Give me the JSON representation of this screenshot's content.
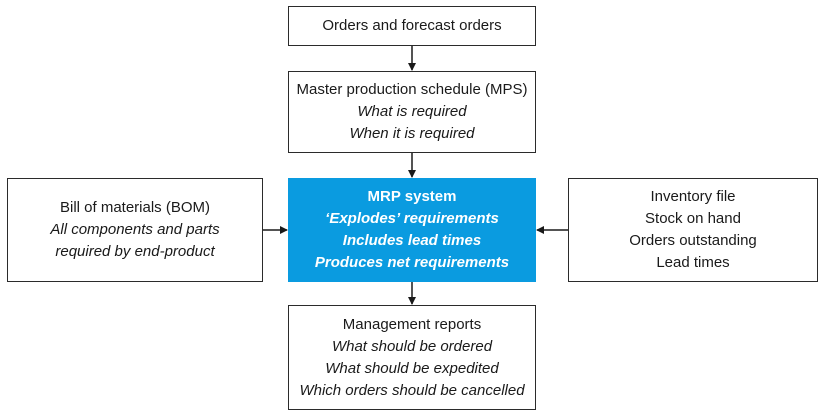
{
  "orders": {
    "title": "Orders and forecast orders"
  },
  "mps": {
    "title": "Master production schedule (MPS)",
    "lines": [
      "What is required",
      "When it is required"
    ]
  },
  "mrp": {
    "title": "MRP system",
    "lines": [
      "‘Explodes’ requirements",
      "Includes lead times",
      "Produces net requirements"
    ]
  },
  "bom": {
    "title": "Bill of materials (BOM)",
    "lines": [
      "All components and parts",
      "required by end-product"
    ]
  },
  "inventory": {
    "title": "Inventory file",
    "lines": [
      "Stock on hand",
      "Orders outstanding",
      "Lead times"
    ]
  },
  "management": {
    "title": "Management reports",
    "lines": [
      "What should be ordered",
      "What should be expedited",
      "Which orders should be cancelled"
    ]
  },
  "colors": {
    "mrp_fill": "#0a9be0",
    "border": "#2b2b2b"
  }
}
